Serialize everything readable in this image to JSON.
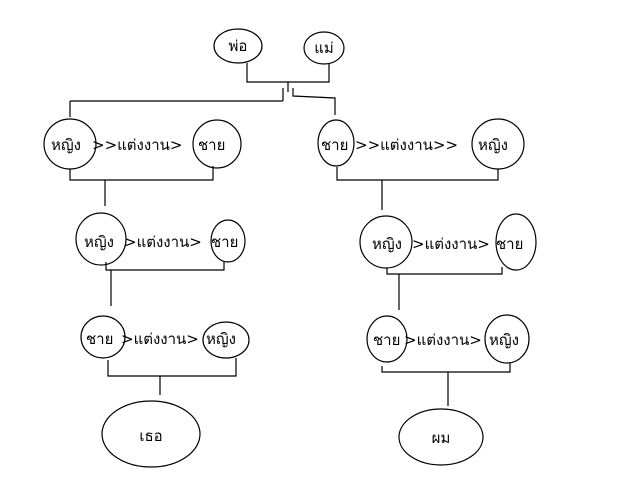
{
  "tree": {
    "parents": {
      "father": "พ่อ",
      "mother": "แม่"
    },
    "left_branch": {
      "gen1": {
        "a": "หญิง",
        "joiner": ">>แต่งงาน>",
        "b": "ชาย"
      },
      "gen2": {
        "a": "หญิง",
        "joiner": ">แต่งงาน>",
        "b": "ชาย"
      },
      "gen3": {
        "a": "ชาย",
        "joiner": ">แต่งงาน>",
        "b": "หญิง"
      },
      "child": "เธอ"
    },
    "right_branch": {
      "gen1": {
        "a": "ชาย",
        "joiner": ">>แต่งงาน>>",
        "b": "หญิง"
      },
      "gen2": {
        "a": "หญิง",
        "joiner": ">แต่งงาน>",
        "b": "ชาย"
      },
      "gen3": {
        "a": "ชาย",
        "joiner": ">แต่งงาน>",
        "b": "หญิง"
      },
      "child": "ผม"
    }
  }
}
